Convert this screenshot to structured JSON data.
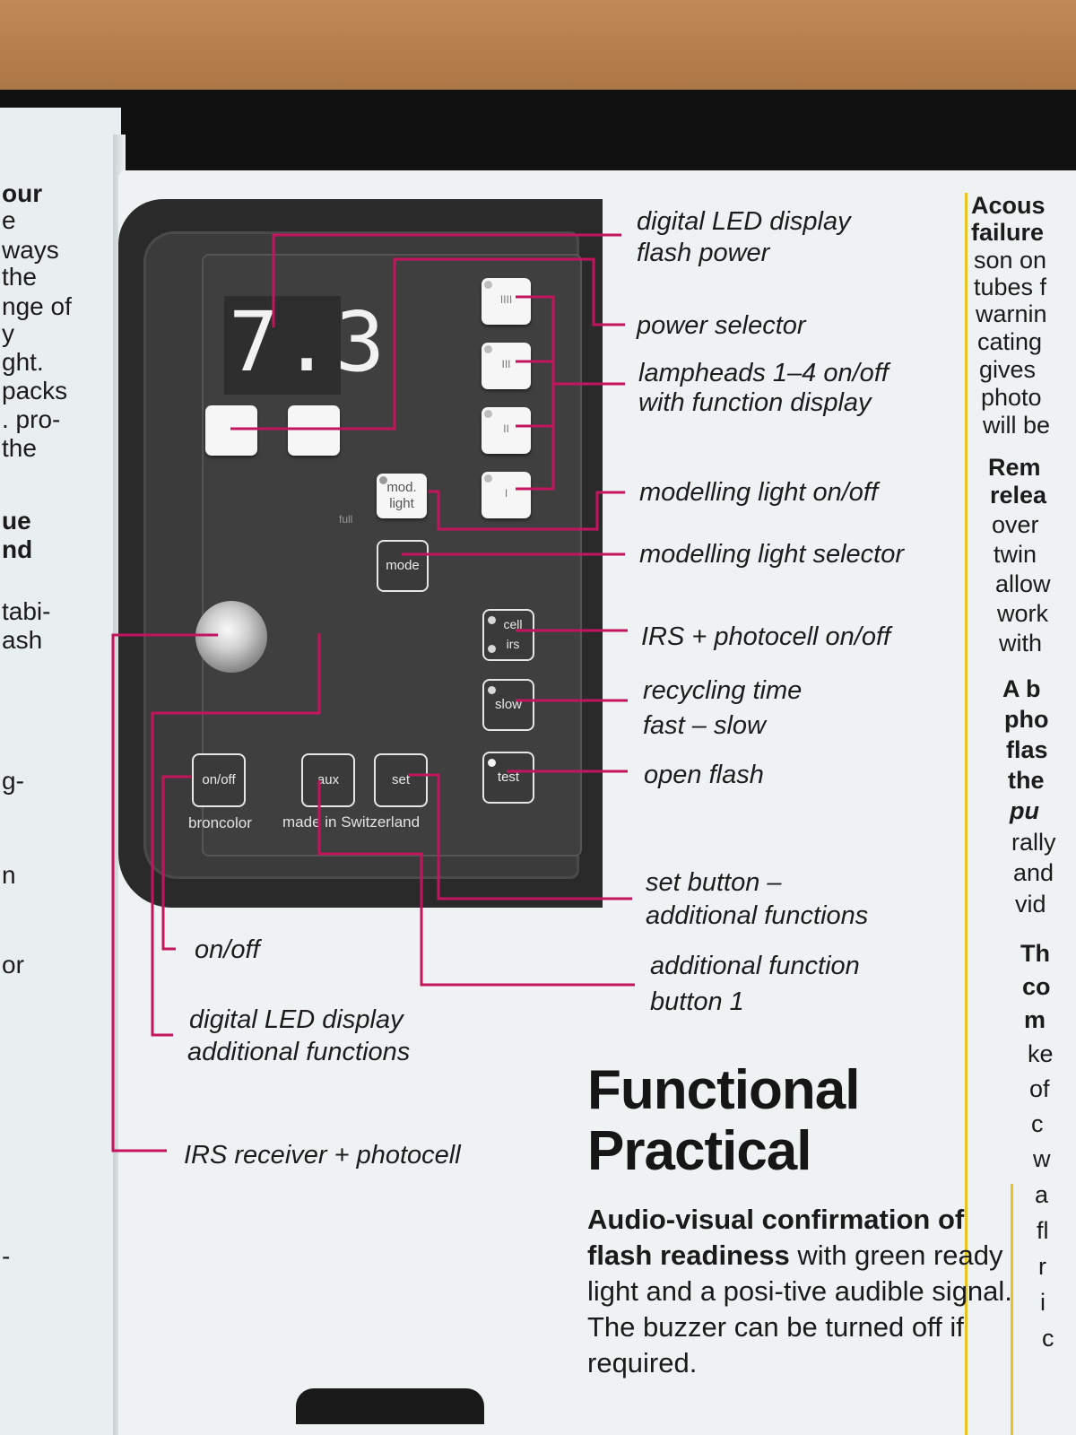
{
  "left_page": {
    "lines": [
      {
        "text": "our",
        "bold": true
      },
      {
        "text": "e",
        "bold": false
      },
      {
        "text": "ways",
        "bold": false
      },
      {
        "text": "the",
        "bold": false
      },
      {
        "text": "nge of",
        "bold": false
      },
      {
        "text": "y",
        "bold": false
      },
      {
        "text": "ght.",
        "bold": false
      },
      {
        "text": "packs",
        "bold": false
      },
      {
        "text": ". pro-",
        "bold": false
      },
      {
        "text": "the",
        "bold": false
      },
      {
        "text": "ue",
        "bold": true
      },
      {
        "text": "nd",
        "bold": true
      },
      {
        "text": "tabi-",
        "bold": false
      },
      {
        "text": "ash",
        "bold": false
      },
      {
        "text": "g-",
        "bold": false
      },
      {
        "text": "n",
        "bold": false
      },
      {
        "text": "or",
        "bold": false
      },
      {
        "text": "-",
        "bold": false
      }
    ]
  },
  "panel": {
    "display_value": "7.3",
    "keys": {
      "lamp4": "IIII",
      "lamp3": "III",
      "lamp2": "II",
      "lamp1": "I",
      "mod_light_1": "mod.",
      "mod_light_2": "light",
      "full": "full",
      "mode": "mode",
      "cell": "cell",
      "irs": "irs",
      "slow": "slow",
      "test": "test",
      "onoff": "on/off",
      "aux": "aux",
      "set": "set"
    },
    "brand": "broncolor",
    "made_in": "made in Switzerland"
  },
  "annotations": {
    "led_flash_power_1": "digital LED display",
    "led_flash_power_2": "flash power",
    "power_selector": "power selector",
    "lampheads_1": "lampheads 1–4 on/off",
    "lampheads_2": "with function display",
    "modelling_onoff": "modelling light on/off",
    "modelling_selector": "modelling light selector",
    "irs_photocell_onoff": "IRS + photocell on/off",
    "recycling_1": "recycling time",
    "recycling_2": "fast – slow",
    "open_flash": "open flash",
    "set_button_1": "set button –",
    "set_button_2": "additional functions",
    "onoff": "on/off",
    "additional_button_1": "additional function",
    "additional_button_2": "button 1",
    "led_additional_1": "digital LED display",
    "led_additional_2": "additional functions",
    "irs_receiver": "IRS receiver + photocell"
  },
  "heading": {
    "line1": "Functional",
    "line2": "Practical"
  },
  "paragraph": {
    "lead_bold": "Audio-visual confirmation of flash readiness",
    "rest": " with green ready light and a posi-tive audible signal. The buzzer can be turned off if required."
  },
  "right_column": {
    "lines": [
      {
        "text": "Acous",
        "style": "b"
      },
      {
        "text": "failure",
        "style": "b"
      },
      {
        "text": "son on",
        "style": "n"
      },
      {
        "text": "tubes f",
        "style": "n"
      },
      {
        "text": "warnin",
        "style": "n"
      },
      {
        "text": "cating",
        "style": "n"
      },
      {
        "text": "gives",
        "style": "n"
      },
      {
        "text": "photo",
        "style": "n"
      },
      {
        "text": "will be",
        "style": "n"
      },
      {
        "text": "Rem",
        "style": "b"
      },
      {
        "text": "relea",
        "style": "b"
      },
      {
        "text": "over",
        "style": "n"
      },
      {
        "text": "twin",
        "style": "n"
      },
      {
        "text": "allow",
        "style": "n"
      },
      {
        "text": "work",
        "style": "n"
      },
      {
        "text": "with",
        "style": "n"
      },
      {
        "text": "A b",
        "style": "b"
      },
      {
        "text": "pho",
        "style": "b"
      },
      {
        "text": "flas",
        "style": "b"
      },
      {
        "text": "the",
        "style": "b"
      },
      {
        "text": "pu",
        "style": "bi"
      },
      {
        "text": "rally",
        "style": "n"
      },
      {
        "text": "and",
        "style": "n"
      },
      {
        "text": "vid",
        "style": "n"
      },
      {
        "text": "Th",
        "style": "b"
      },
      {
        "text": "co",
        "style": "b"
      },
      {
        "text": "m",
        "style": "b"
      },
      {
        "text": "ke",
        "style": "n"
      },
      {
        "text": "of",
        "style": "n"
      },
      {
        "text": "c",
        "style": "n"
      },
      {
        "text": "w",
        "style": "n"
      },
      {
        "text": "a",
        "style": "n"
      },
      {
        "text": "fl",
        "style": "n"
      },
      {
        "text": "r",
        "style": "n"
      },
      {
        "text": "i",
        "style": "n"
      },
      {
        "text": "c",
        "style": "n"
      }
    ]
  },
  "colors": {
    "leader_lines": "#c4145e",
    "column_rule": "#e6c31f",
    "panel_dark": "#3f3f3f"
  }
}
